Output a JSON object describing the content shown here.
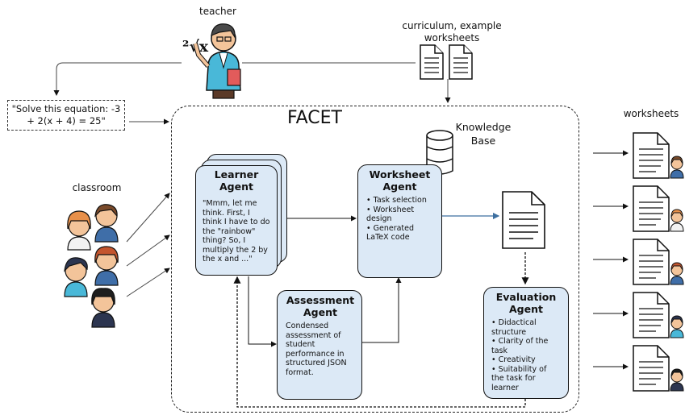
{
  "labels": {
    "teacher": "teacher",
    "curriculum": "curriculum, example worksheets",
    "classroom": "classroom",
    "worksheets": "worksheets",
    "knowledge_base": "Knowledge Base",
    "facet": "FACET"
  },
  "prompt": {
    "text": "\"Solve this equation: -3 + 2(x + 4) = 25\""
  },
  "agents": {
    "learner": {
      "title": "Learner Agent",
      "text": "\"Mmm, let me think. First, I think I have to do the \"rainbow\" thing? So, I multiply the 2 by the x and ...\""
    },
    "worksheet": {
      "title": "Worksheet Agent",
      "items": [
        "• Task selection",
        "• Worksheet design",
        "• Generated LaTeX code"
      ]
    },
    "assessment": {
      "title": "Assessment Agent",
      "text": "Condensed assessment of student performance in structured JSON format."
    },
    "evaluation": {
      "title": "Evaluation Agent",
      "items": [
        "• Didactical structure",
        "• Clarity of the task",
        "• Creativity",
        "• Suitability of the task for learner"
      ]
    }
  },
  "colors": {
    "agent_fill": "#dce9f6",
    "output_arrow": "#3d6fa0",
    "teacher_shirt": "#49b8d8",
    "student_hair": "#7a4a2a"
  }
}
